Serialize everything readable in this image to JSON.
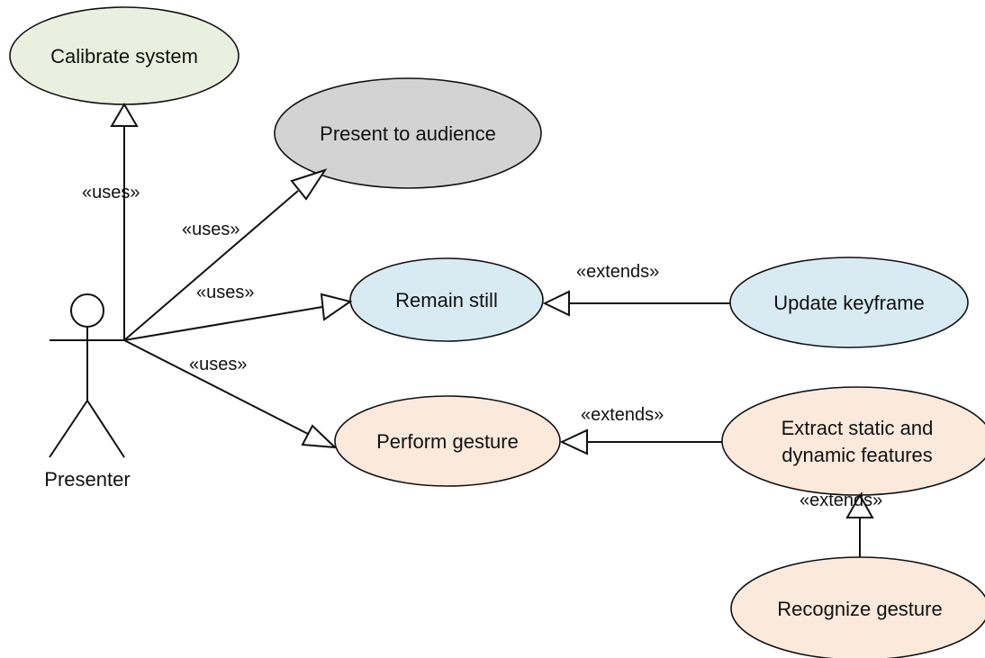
{
  "actor": {
    "name": "Presenter"
  },
  "colors": {
    "green": "#e9f0df",
    "gray": "#d3d3d3",
    "blue": "#d8ebf2",
    "peach": "#fbe9dc",
    "line": "#111111"
  },
  "use_cases": {
    "calibrate": {
      "label": "Calibrate system",
      "color": "green"
    },
    "present": {
      "label": "Present to audience",
      "color": "gray"
    },
    "remain": {
      "label": "Remain still",
      "color": "blue"
    },
    "update": {
      "label": "Update keyframe",
      "color": "blue"
    },
    "perform": {
      "label": "Perform gesture",
      "color": "peach"
    },
    "extract": {
      "label_line1": "Extract static and",
      "label_line2": "dynamic features",
      "color": "peach"
    },
    "recognize": {
      "label": "Recognize gesture",
      "color": "peach"
    }
  },
  "relations": {
    "uses_calibrate": "«uses»",
    "uses_present": "«uses»",
    "uses_remain": "«uses»",
    "uses_perform": "«uses»",
    "extends_update": "«extends»",
    "extends_extract": "«extends»",
    "extends_recognize": "«extends»"
  }
}
